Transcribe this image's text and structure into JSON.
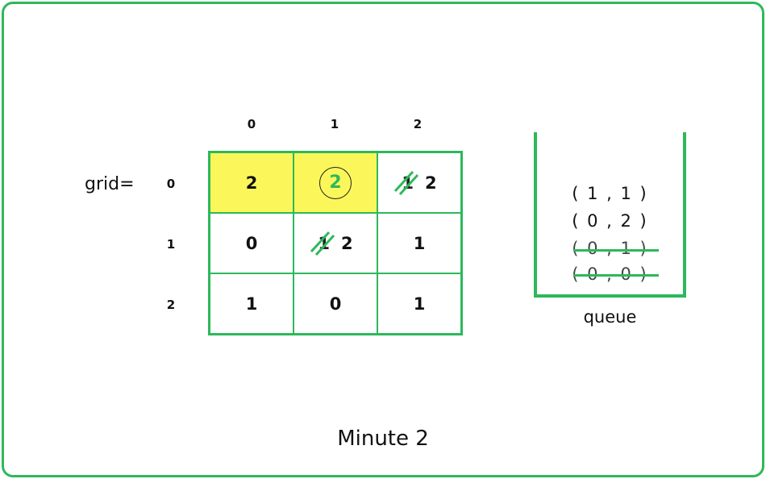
{
  "grid_label": "grid=",
  "col_indices": [
    "0",
    "1",
    "2"
  ],
  "row_indices": [
    "0",
    "1",
    "2"
  ],
  "cells": [
    [
      {
        "value": "2",
        "rotten": true
      },
      {
        "value": "2",
        "rotten": true,
        "circled": true
      },
      {
        "value": "2",
        "replaced": "1"
      }
    ],
    [
      {
        "value": "0"
      },
      {
        "value": "2",
        "replaced": "1"
      },
      {
        "value": "1"
      }
    ],
    [
      {
        "value": "1"
      },
      {
        "value": "0"
      },
      {
        "value": "1"
      }
    ]
  ],
  "queue": {
    "label": "queue",
    "items": [
      {
        "text": "( 1 , 1 )",
        "removed": false
      },
      {
        "text": "( 0 , 2 )",
        "removed": false
      },
      {
        "text": "( 0 , 1 )",
        "removed": true
      },
      {
        "text": "( 0 , 0 )",
        "removed": true
      }
    ]
  },
  "caption": "Minute 2",
  "colors": {
    "accent": "#2db85b",
    "rotten_fill": "#fbf75a"
  }
}
